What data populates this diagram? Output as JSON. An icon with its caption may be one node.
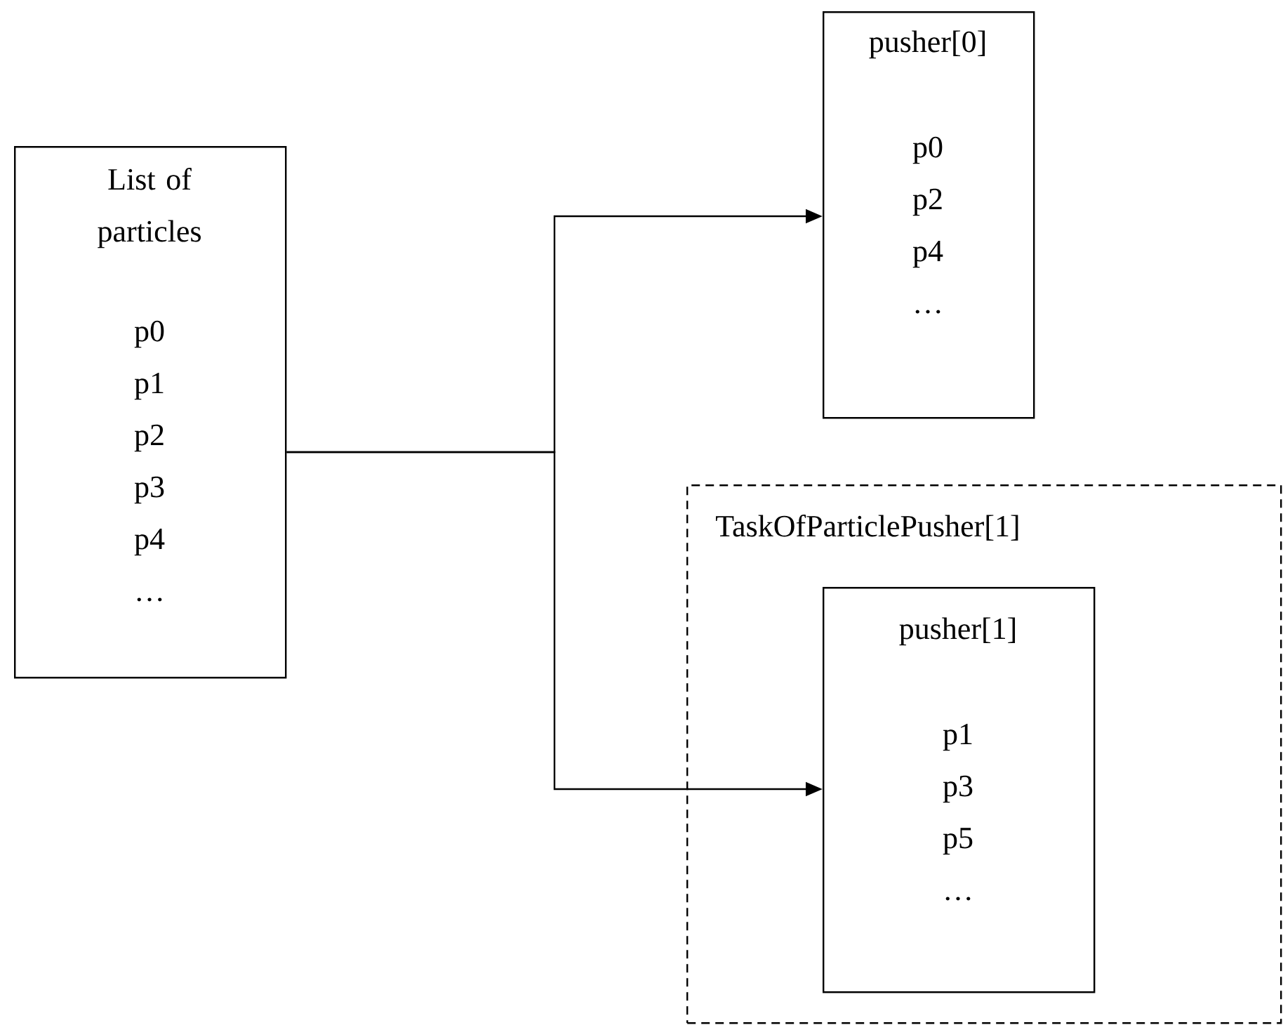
{
  "diagram": {
    "nodes": [
      {
        "text": [
          "List of particles",
          "p0",
          "p1",
          "p2",
          "p3",
          "p4",
          "…"
        ]
      },
      {
        "text": [
          "pusher[0]",
          "p0",
          "p2",
          "p4",
          "…"
        ]
      },
      {
        "text": [
          "TaskOfParticlePusher[1]"
        ]
      },
      {
        "text": [
          "pusher[1]",
          "p1",
          "p3",
          "p5",
          "…"
        ],
        "in": 2
      }
    ],
    "edges": [
      {
        "from": 0,
        "to": 1,
        "arrow": "to"
      },
      {
        "from": 0,
        "to": 3,
        "arrow": "to"
      }
    ]
  }
}
